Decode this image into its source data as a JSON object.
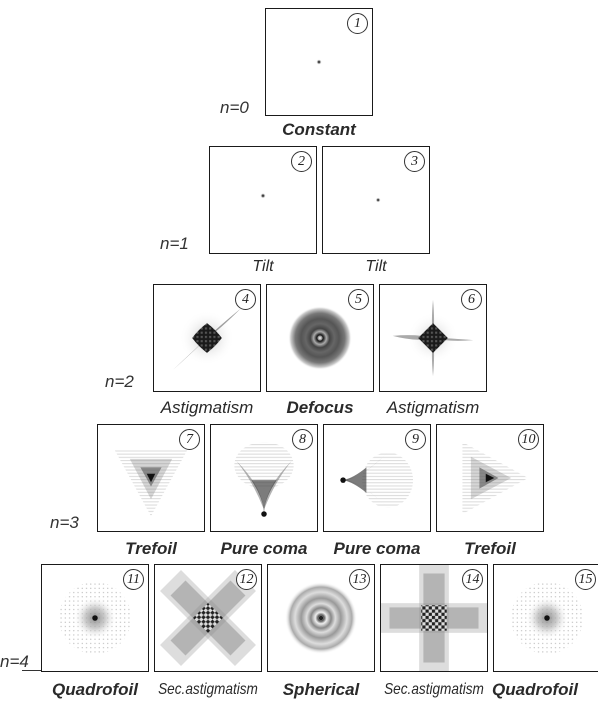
{
  "rows": [
    {
      "label": "n=0"
    },
    {
      "label": "n=1"
    },
    {
      "label": "n=2"
    },
    {
      "label": "n=3"
    },
    {
      "label": "n=4"
    }
  ],
  "panels": [
    {
      "num": "1",
      "caption": "Constant"
    },
    {
      "num": "2",
      "caption": "Tilt"
    },
    {
      "num": "3",
      "caption": "Tilt"
    },
    {
      "num": "4",
      "caption": "Astigmatism"
    },
    {
      "num": "5",
      "caption": "Defocus"
    },
    {
      "num": "6",
      "caption": "Astigmatism"
    },
    {
      "num": "7",
      "caption": "Trefoil"
    },
    {
      "num": "8",
      "caption": "Pure coma"
    },
    {
      "num": "9",
      "caption": "Pure coma"
    },
    {
      "num": "10",
      "caption": "Trefoil"
    },
    {
      "num": "11",
      "caption": "Quadrofoil"
    },
    {
      "num": "12",
      "caption": "Sec.astigmatism"
    },
    {
      "num": "13",
      "caption": "Spherical"
    },
    {
      "num": "14",
      "caption": "Sec.astigmatism"
    },
    {
      "num": "15",
      "caption": "Quadrofoil"
    }
  ]
}
